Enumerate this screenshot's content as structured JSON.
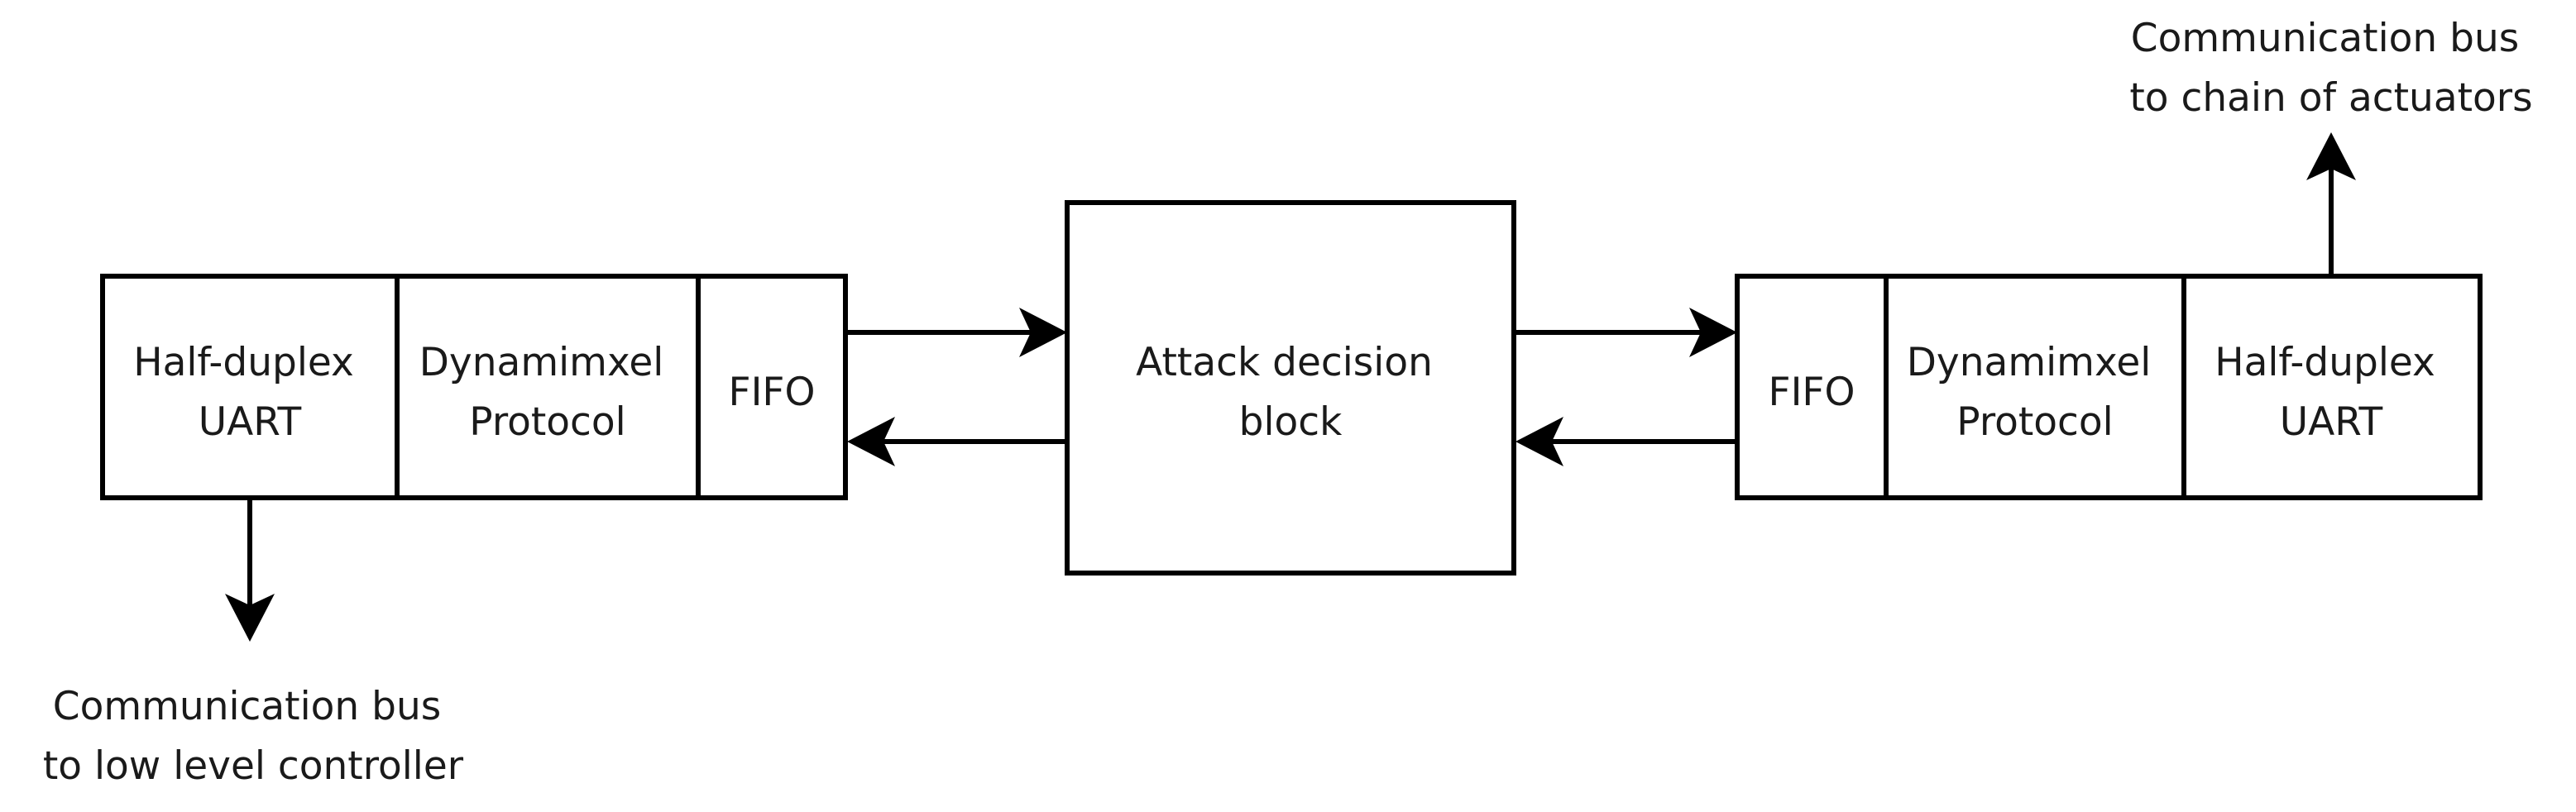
{
  "left_module": {
    "uart": [
      "Half-duplex",
      "UART"
    ],
    "protocol": [
      "Dynamimxel",
      "Protocol"
    ],
    "fifo": "FIFO"
  },
  "center_block": [
    "Attack decision",
    "block"
  ],
  "right_module": {
    "fifo": "FIFO",
    "protocol": [
      "Dynamimxel",
      "Protocol"
    ],
    "uart": [
      "Half-duplex",
      "UART"
    ]
  },
  "bus_labels": {
    "top_right": [
      "Communication bus",
      "to chain of actuators"
    ],
    "bottom_left": [
      "Communication bus",
      "to low level controller"
    ]
  }
}
